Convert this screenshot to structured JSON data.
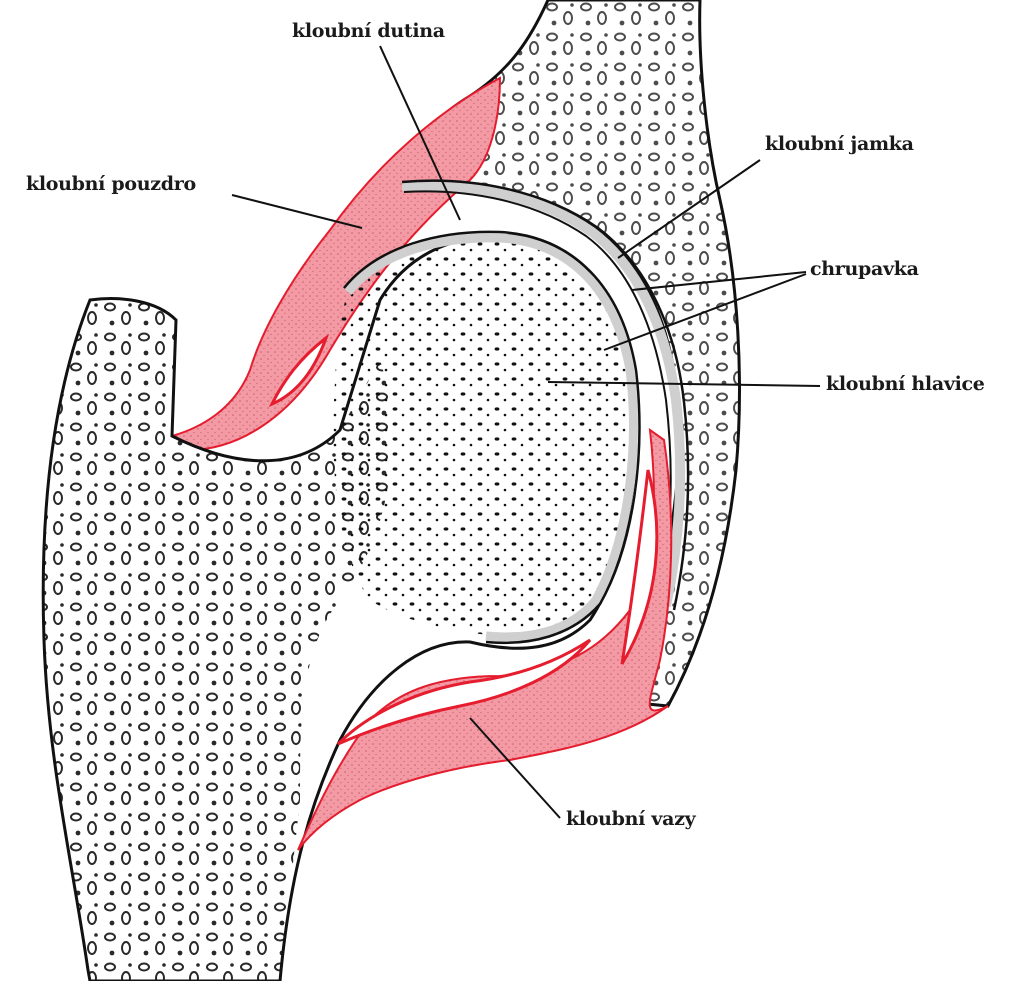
{
  "labels": {
    "kloubni_dutina": "kloubní dutina",
    "kloubni_pouzdro": "kloubní pouzdro",
    "kloubni_jamka": "kloubní jamka",
    "chrupavka": "chrupavka",
    "kloubni_hlavice": "kloubní hlavice",
    "kloubni_vazy": "kloubní vazy"
  },
  "colors": {
    "capsule_fill": "#f39aa4",
    "capsule_edge": "#e51d2e",
    "cartilage": "#cfcfcf",
    "bone_fill": "#ffffff",
    "ink": "#111111"
  }
}
